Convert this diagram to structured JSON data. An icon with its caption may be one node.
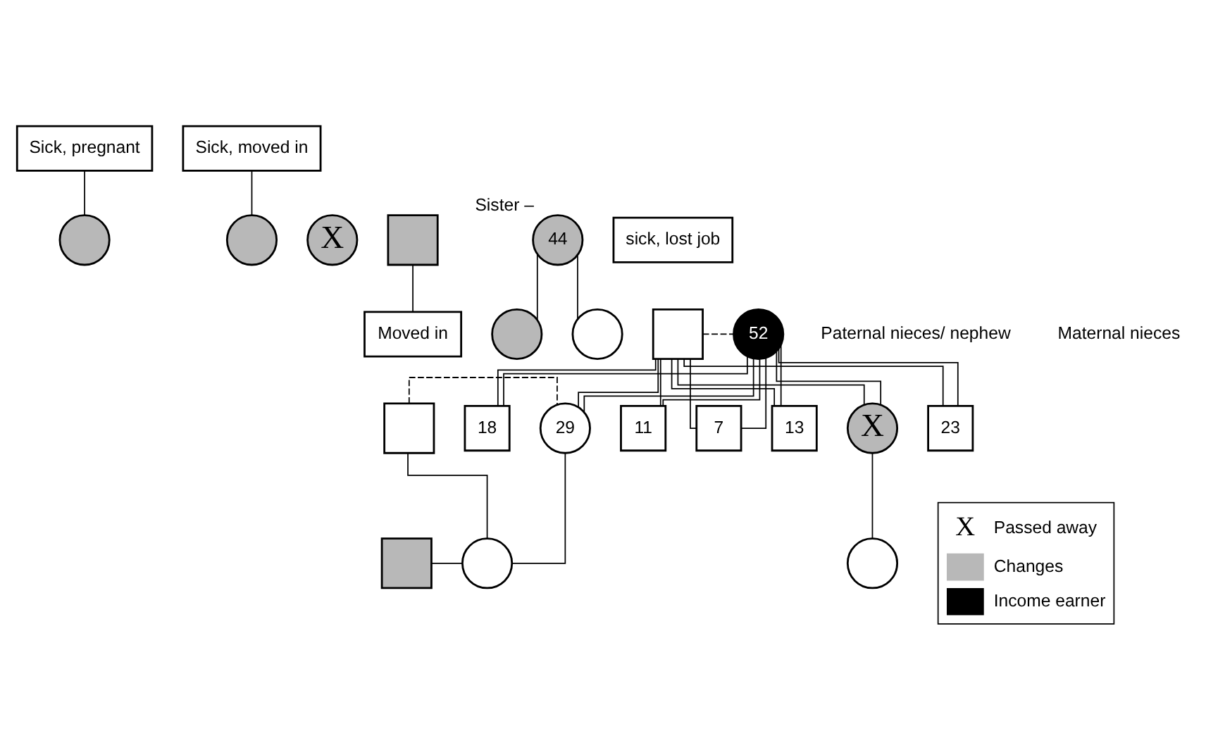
{
  "diagram": {
    "nodes": [
      {
        "text": [
          "Sick, pregnant"
        ]
      },
      {
        "text": [
          "Sick, moved in"
        ]
      },
      {
        "text": [
          "X"
        ]
      },
      {
        "text": [],
        "shape": "circle"
      },
      {
        "text": [],
        "shape": "circle"
      },
      {
        "text": [],
        "shape": "box"
      },
      {
        "text": [
          "44"
        ],
        "beside": [
          "Sister –"
        ]
      },
      {
        "text": [
          "sick, lost job"
        ]
      },
      {
        "text": [
          "Moved in"
        ]
      },
      {
        "text": [],
        "shape": "box"
      },
      {
        "text": [
          "52"
        ]
      },
      {
        "text": [],
        "shape": "circle"
      },
      {
        "text": [],
        "shape": "circle"
      },
      {
        "text": [],
        "shape": "box"
      },
      {
        "text": [
          "29"
        ]
      },
      {
        "text": [
          "X"
        ]
      },
      {
        "text": [
          "23"
        ]
      },
      {
        "text": [
          "18"
        ]
      },
      {
        "text": [
          "13"
        ]
      },
      {
        "text": [
          "11"
        ]
      },
      {
        "text": [
          "7"
        ]
      },
      {
        "text": [],
        "shape": "box"
      },
      {
        "text": [],
        "shape": "circle"
      },
      {
        "text": [],
        "shape": "circle"
      }
    ],
    "edges": [
      {
        "from": 0,
        "to": 3,
        "arrow": "none"
      },
      {
        "from": 1,
        "to": 4,
        "arrow": "none"
      },
      {
        "from": 5,
        "to": 8,
        "arrow": "none"
      },
      {
        "from": 9,
        "to": 10,
        "arrow": "none",
        "style": "dashed"
      },
      {
        "from": 9,
        "to": 14,
        "arrow": "none"
      },
      {
        "from": 9,
        "to": 15,
        "arrow": "none"
      },
      {
        "from": 9,
        "to": 16,
        "arrow": "none"
      },
      {
        "from": 9,
        "to": 17,
        "arrow": "none"
      },
      {
        "from": 9,
        "to": 18,
        "arrow": "none"
      },
      {
        "from": 9,
        "to": 19,
        "arrow": "none"
      },
      {
        "from": 9,
        "to": 20,
        "arrow": "none"
      },
      {
        "from": 10,
        "to": 14,
        "arrow": "none"
      },
      {
        "from": 10,
        "to": 15,
        "arrow": "none"
      },
      {
        "from": 10,
        "to": 16,
        "arrow": "none"
      },
      {
        "from": 10,
        "to": 17,
        "arrow": "none"
      },
      {
        "from": 10,
        "to": 18,
        "arrow": "none"
      },
      {
        "from": 10,
        "to": 19,
        "arrow": "none"
      },
      {
        "from": 10,
        "to": 20,
        "arrow": "none"
      },
      {
        "from": 6,
        "to": 11,
        "arrow": "none"
      },
      {
        "from": 6,
        "to": 12,
        "arrow": "none"
      },
      {
        "from": 13,
        "to": 14,
        "arrow": "none",
        "style": "dashed"
      },
      {
        "from": 21,
        "to": 22,
        "arrow": "none"
      },
      {
        "from": 13,
        "to": 22,
        "arrow": "none"
      },
      {
        "from": 14,
        "to": 22,
        "arrow": "none"
      },
      {
        "from": 15,
        "to": 23,
        "arrow": "none"
      }
    ],
    "labels": [
      "Paternal nieces/ nephew",
      "Maternal nieces",
      "X"
    ],
    "legend": [
      {
        "text": "Passed away"
      },
      {
        "text": "Changes"
      },
      {
        "text": "Income earner",
        "color": "#000000"
      }
    ]
  }
}
